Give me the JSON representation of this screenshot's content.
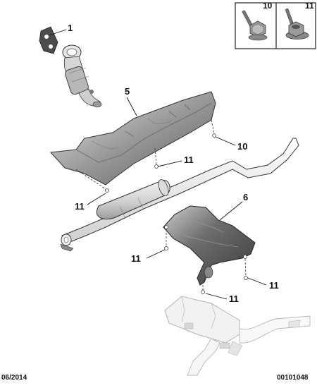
{
  "inset": {
    "left_ref": "10",
    "right_ref": "11"
  },
  "callouts": {
    "c1": "1",
    "c5": "5",
    "c10": "10",
    "c11a": "11",
    "c11b": "11",
    "c6": "6",
    "c11c": "11",
    "c11d": "11",
    "c11e": "11"
  },
  "footer": {
    "date": "06/2014",
    "ref": "00101048"
  }
}
